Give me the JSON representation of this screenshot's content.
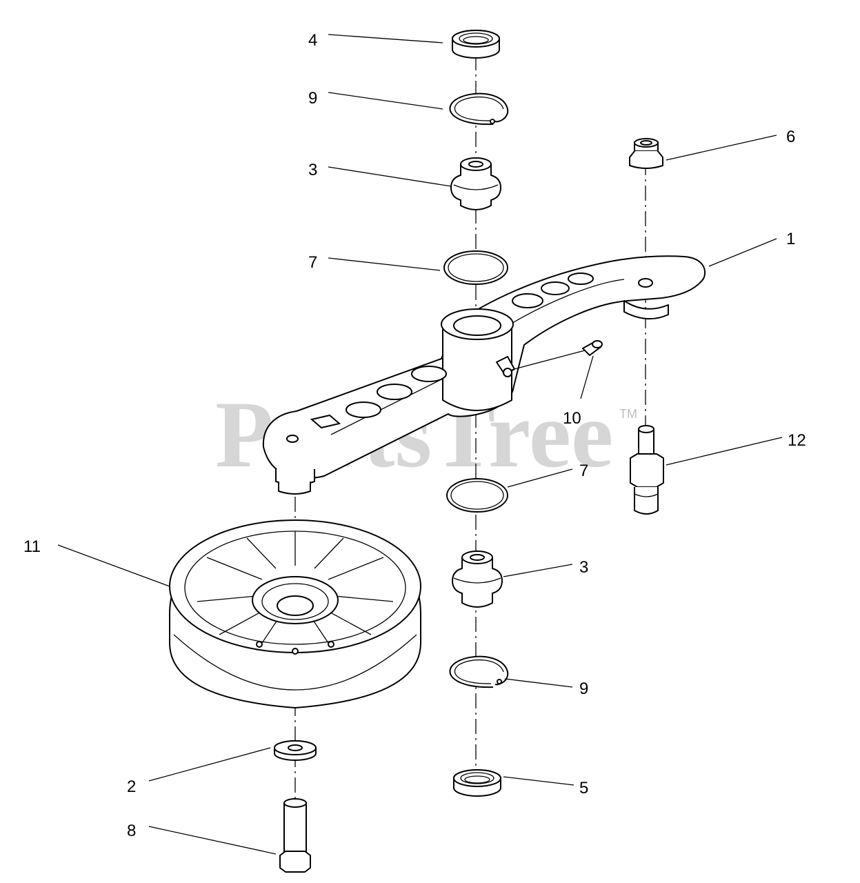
{
  "watermark": {
    "text": "PartsTree",
    "trademark": "TM"
  },
  "callouts": [
    {
      "id": "c4",
      "label": "4"
    },
    {
      "id": "c9a",
      "label": "9"
    },
    {
      "id": "c3a",
      "label": "3"
    },
    {
      "id": "c7a",
      "label": "7"
    },
    {
      "id": "c6",
      "label": "6"
    },
    {
      "id": "c1",
      "label": "1"
    },
    {
      "id": "c10",
      "label": "10"
    },
    {
      "id": "c12",
      "label": "12"
    },
    {
      "id": "c7b",
      "label": "7"
    },
    {
      "id": "c11",
      "label": "11"
    },
    {
      "id": "c3b",
      "label": "3"
    },
    {
      "id": "c9b",
      "label": "9"
    },
    {
      "id": "c2",
      "label": "2"
    },
    {
      "id": "c5",
      "label": "5"
    },
    {
      "id": "c8",
      "label": "8"
    }
  ]
}
